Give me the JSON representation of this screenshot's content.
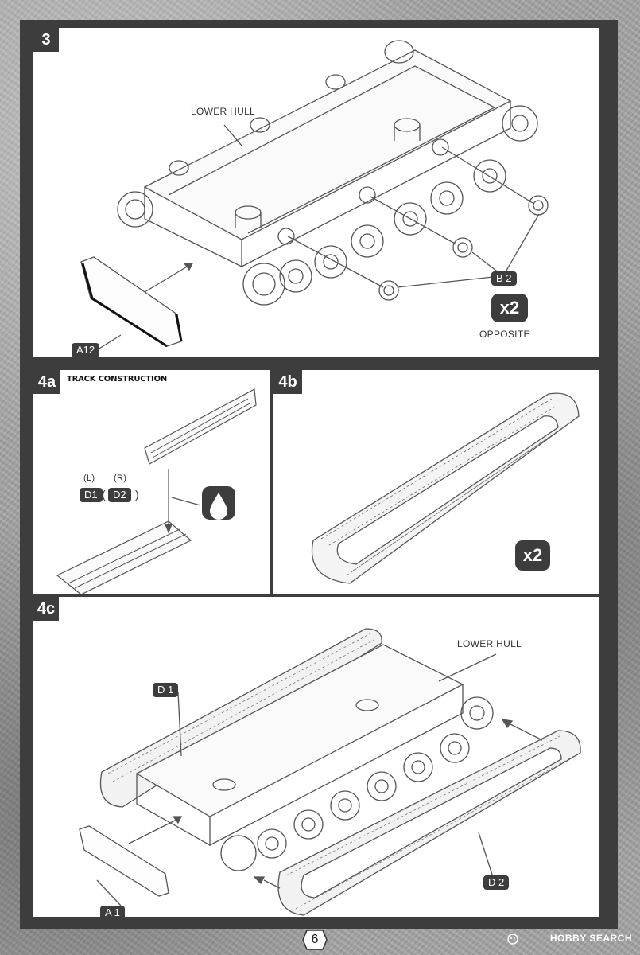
{
  "page": {
    "page_number": "6",
    "watermark": "HOBBY SEARCH"
  },
  "step3": {
    "badge": "3",
    "label_lower_hull": "LOWER HULL",
    "part_b2": "B 2",
    "part_a12": "A12",
    "qty": "x2",
    "qty_note": "OPPOSITE"
  },
  "step4a": {
    "badge": "4a",
    "title": "TRACK CONSTRUCTION",
    "left_side": "(L)",
    "right_side": "(R)",
    "part_d1": "D1",
    "paren_open": "(",
    "part_d2": "D2",
    "paren_close": ")"
  },
  "step4b": {
    "badge": "4b",
    "qty": "x2"
  },
  "step4c": {
    "badge": "4c",
    "label_lower_hull": "LOWER HULL",
    "part_d1": "D 1",
    "part_d2": "D 2",
    "part_a1": "A 1"
  },
  "colors": {
    "frame": "#3d3d3d",
    "panel": "#ffffff",
    "line": "#555555"
  },
  "icons": [
    "glue-drop-icon",
    "hobby-search-logo-icon"
  ]
}
